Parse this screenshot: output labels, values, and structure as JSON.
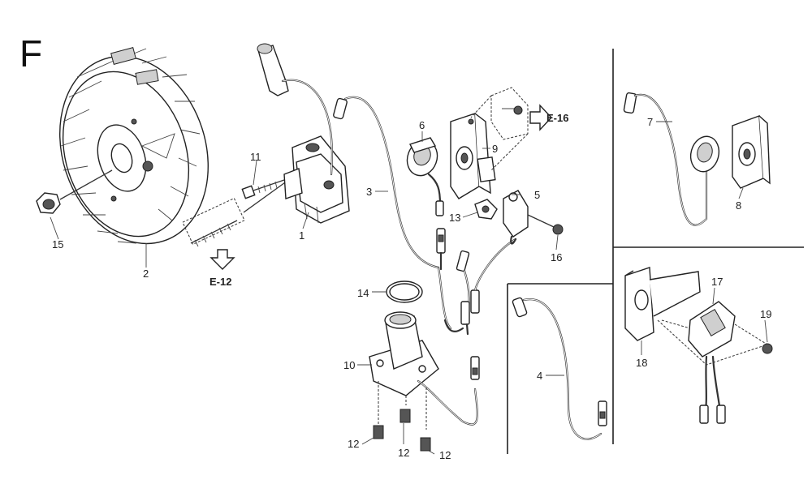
{
  "section_letter": "F",
  "refs": {
    "e12": "E-12",
    "e16": "E-16"
  },
  "callouts": {
    "p1": "1",
    "p2": "2",
    "p3": "3",
    "p4": "4",
    "p5": "5",
    "p6": "6",
    "p7": "7",
    "p8": "8",
    "p9": "9",
    "p10": "10",
    "p11": "11",
    "p12a": "12",
    "p12b": "12",
    "p12c": "12",
    "p13": "13",
    "p14": "14",
    "p15": "15",
    "p16": "16",
    "p17": "17",
    "p18": "18",
    "p19": "19"
  }
}
